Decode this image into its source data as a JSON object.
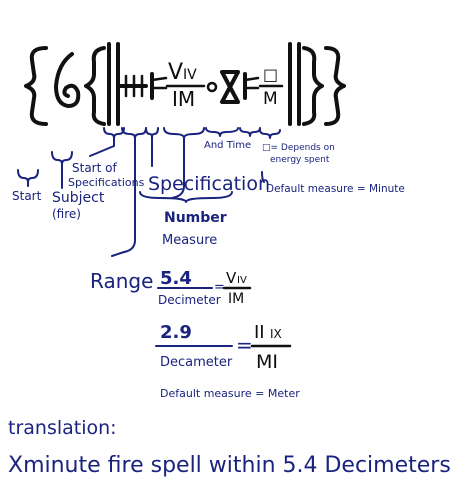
{
  "colors": {
    "glyph_ink": "#111111",
    "annotation_ink": "#1a237e",
    "background": "#ffffff"
  },
  "glyph": {
    "frac1_num": "V",
    "frac1_num_sub": "IV",
    "frac1_den": "IM",
    "frac2_num": "□",
    "frac2_den": "M"
  },
  "labels": {
    "and_time": "And Time",
    "depends_on": "□= Depends on",
    "depends_on_line2": "energy spent",
    "start_of_spec_line1": "Start of",
    "start_of_spec_line2": "Specifications",
    "specification": "Specification",
    "default_measure_minute": "Default measure = Minute",
    "start": "Start",
    "subject_line1": "Subject",
    "subject_line2": "(fire)",
    "number": "Number",
    "measure": "Measure",
    "range": "Range"
  },
  "examples": {
    "ex1_num": "5.4",
    "ex1_unit": "Decimeter",
    "ex1_eq": "=",
    "ex1_glyph_num": "V",
    "ex1_glyph_num_sub": "IV",
    "ex1_glyph_den": "IM",
    "ex2_num": "2.9",
    "ex2_unit": "Decameter",
    "ex2_eq": "=",
    "ex2_glyph_num": "II",
    "ex2_glyph_num_sub": "IX",
    "ex2_glyph_den": "MI",
    "default_measure_meter": "Default measure = Meter"
  },
  "translation": {
    "heading": "translation:",
    "text": "Xminute fire spell within 5.4 Decimeters"
  }
}
